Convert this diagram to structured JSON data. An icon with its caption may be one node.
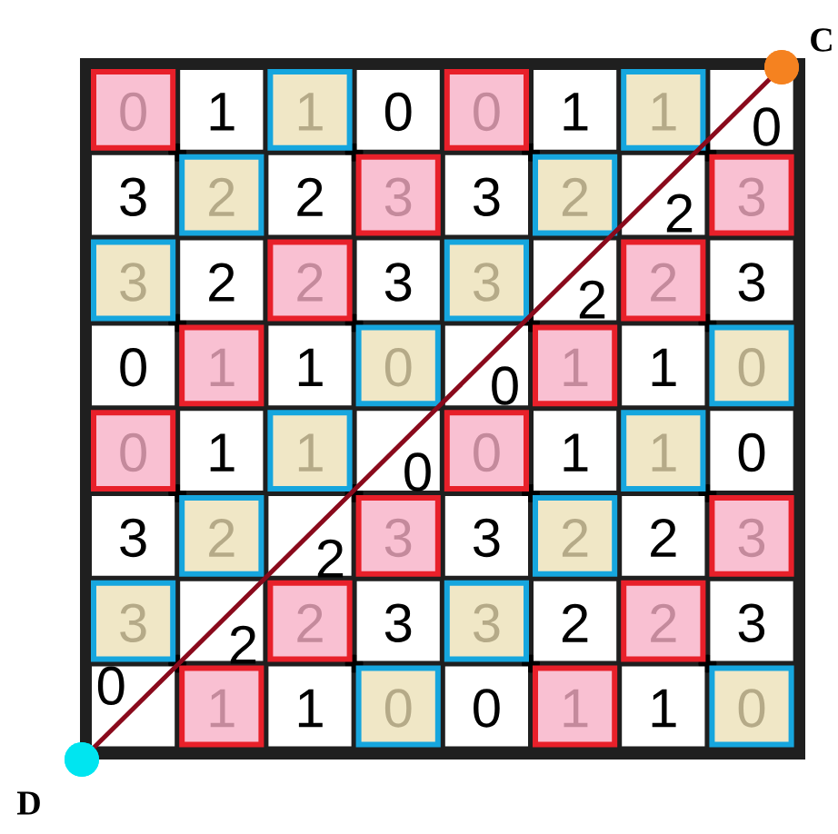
{
  "diagram": {
    "nodes": [
      {
        "text": [
          "C"
        ]
      },
      {
        "text": [
          "D"
        ]
      }
    ],
    "edges": [
      {
        "from": 1,
        "to": 0,
        "arrow": "none"
      }
    ],
    "labels": [
      "0",
      "1",
      "1",
      "0",
      "0",
      "1",
      "1",
      "0",
      "3",
      "2",
      "2",
      "3",
      "3",
      "2",
      "2",
      "3",
      "3",
      "2",
      "2",
      "3",
      "3",
      "2",
      "2",
      "3",
      "0",
      "1",
      "1",
      "0",
      "0",
      "1",
      "1",
      "0",
      "0",
      "1",
      "1",
      "0",
      "0",
      "1",
      "1",
      "0",
      "3",
      "2",
      "2",
      "3",
      "3",
      "2",
      "2",
      "3",
      "3",
      "2",
      "2",
      "3",
      "3",
      "2",
      "2",
      "3",
      "0",
      "1",
      "1",
      "0",
      "0",
      "1",
      "1",
      "0"
    ]
  }
}
